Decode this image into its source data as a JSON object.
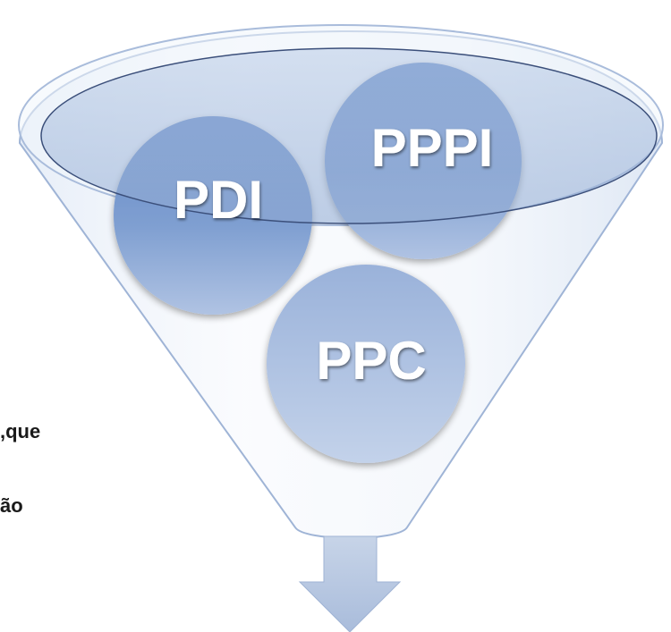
{
  "funnel": {
    "circles": [
      {
        "id": "pdi",
        "label": "PDI"
      },
      {
        "id": "pppi",
        "label": "PPPI"
      },
      {
        "id": "ppc",
        "label": "PPC"
      }
    ],
    "colors": {
      "circle_top": "#5f86c4",
      "circle_bottom": "#a9bee0",
      "funnel_edge": "#7d9ac4",
      "funnel_fill": "#dfe8f5",
      "arrow": "#b4c6e0"
    }
  },
  "side_text": {
    "line1": ",que",
    "line2": "ão"
  }
}
